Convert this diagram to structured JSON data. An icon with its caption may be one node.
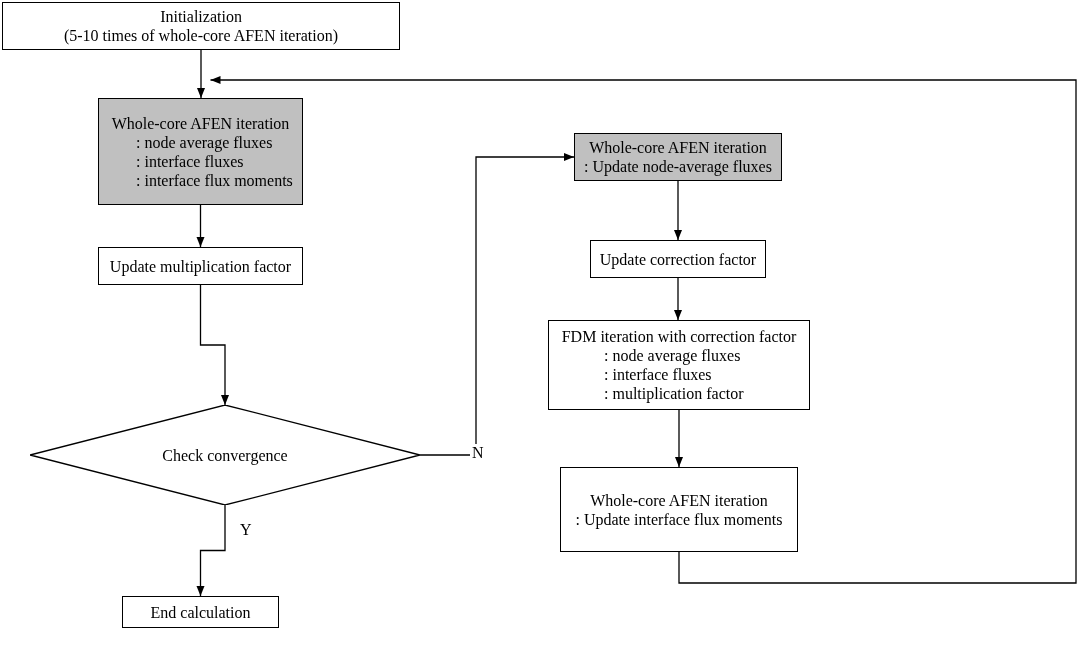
{
  "diagram": {
    "nodes": [
      {
        "text": [
          "Initialization",
          "(5-10 times of whole-core AFEN iteration)"
        ]
      },
      {
        "text": [
          "Whole-core AFEN iteration",
          ": node average fluxes",
          ": interface fluxes",
          ": interface flux moments"
        ]
      },
      {
        "text": [
          "Update multiplication factor"
        ]
      },
      {
        "text": [
          "Check convergence"
        ]
      },
      {
        "text": [
          "End calculation"
        ]
      },
      {
        "text": [
          "Whole-core AFEN iteration",
          ": Update node-average fluxes"
        ]
      },
      {
        "text": [
          "Update correction factor"
        ]
      },
      {
        "text": [
          "FDM iteration with correction factor",
          ": node average fluxes",
          ": interface fluxes",
          ": multiplication factor"
        ]
      },
      {
        "text": [
          "Whole-core AFEN iteration",
          ": Update interface flux moments"
        ]
      }
    ],
    "edges": [
      {
        "from": 0,
        "to": 1,
        "arrow": "to"
      },
      {
        "from": 1,
        "to": 2,
        "arrow": "to"
      },
      {
        "from": 2,
        "to": 3,
        "arrow": "to"
      },
      {
        "from": 3,
        "to": 4,
        "arrow": "to",
        "label": "Y"
      },
      {
        "from": 3,
        "to": 5,
        "arrow": "to",
        "label": "N"
      },
      {
        "from": 5,
        "to": 6,
        "arrow": "to"
      },
      {
        "from": 6,
        "to": 7,
        "arrow": "to"
      },
      {
        "from": 7,
        "to": 8,
        "arrow": "to"
      },
      {
        "from": 8,
        "to": 1,
        "arrow": "to"
      }
    ]
  }
}
